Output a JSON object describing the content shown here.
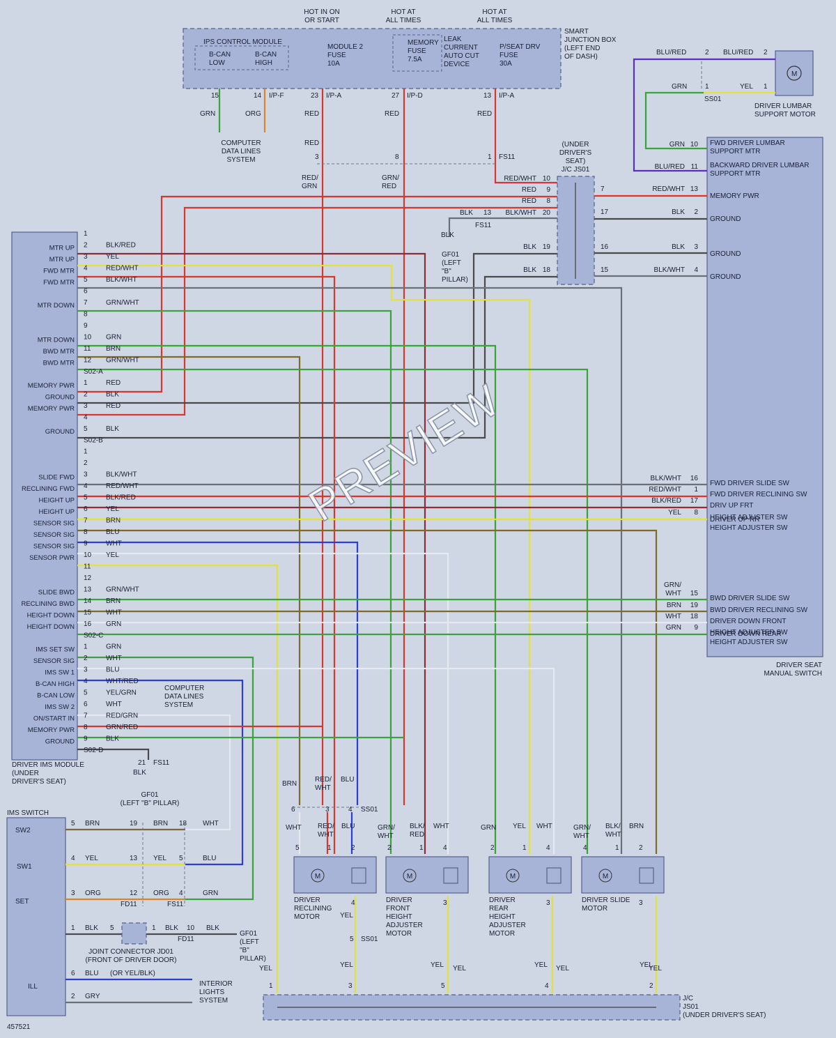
{
  "figure_number": "457521",
  "watermark": "PREVIEW",
  "power_labels": {
    "hot_run": "HOT IN ON\nOR START",
    "hot_always_1": "HOT AT\nALL TIMES",
    "hot_always_2": "HOT AT\nALL TIMES"
  },
  "sjb": {
    "title": "SMART\nJUNCTION BOX\n(LEFT END\nOF DASH)",
    "ips_module": "IPS CONTROL MODULE",
    "bcan_low": "B-CAN\nLOW",
    "bcan_high": "B-CAN\nHIGH",
    "module2_fuse": "MODULE 2\nFUSE\n10A",
    "memory_fuse": "MEMORY\nFUSE\n7.5A",
    "leak_device": "LEAK\nCURRENT\nAUTO CUT\nDEVICE",
    "pseat_fuse": "P/SEAT DRV\nFUSE\n30A",
    "pins": [
      {
        "pin": "15",
        "conn": ""
      },
      {
        "pin": "14",
        "conn": "I/P-F"
      },
      {
        "pin": "23",
        "conn": "I/P-A"
      },
      {
        "pin": "27",
        "conn": "I/P-D"
      },
      {
        "pin": "13",
        "conn": "I/P-A"
      }
    ]
  },
  "computer_data_lines": "COMPUTER\nDATA LINES\nSYSTEM",
  "wire_labels_top": {
    "grn": "GRN",
    "org": "ORG",
    "red": "RED",
    "red_grn": "RED/\nGRN",
    "grn_red": "GRN/\nRED",
    "pin3": "3",
    "pin8": "8",
    "pin1": "1",
    "fs11": "FS11"
  },
  "lumbar": {
    "motor": "DRIVER LUMBAR\nSUPPORT MOTOR",
    "wires": [
      {
        "left": "BLU/RED",
        "lpin": "2",
        "right": "BLU/RED",
        "rpin": "2"
      },
      {
        "left": "GRN",
        "lpin": "1",
        "right": "YEL",
        "rpin": "1"
      }
    ],
    "conn": "SS01"
  },
  "js01_box": {
    "label": "(UNDER\nDRIVER'S\nSEAT)\nJ/C JS01"
  },
  "js01_left": [
    {
      "wire": "RED/WHT",
      "pin": "10"
    },
    {
      "wire": "RED",
      "pin": "9"
    },
    {
      "wire": "RED",
      "pin": "8"
    },
    {
      "wire": "BLK/WHT",
      "pin": "20"
    },
    {
      "wire": "BLK",
      "pin": "19"
    },
    {
      "wire": "BLK",
      "pin": "18"
    }
  ],
  "js01_blk13": {
    "wire": "BLK",
    "pin": "13",
    "conn": "FS11"
  },
  "js01_right": [
    {
      "pin": "7",
      "wire": "RED/WHT",
      "spin": "13",
      "label": "MEMORY PWR"
    },
    {
      "pin": "17",
      "wire": "BLK",
      "spin": "2",
      "label": "GROUND"
    },
    {
      "pin": "16",
      "wire": "BLK",
      "spin": "3",
      "label": "GROUND"
    },
    {
      "pin": "15",
      "wire": "BLK/WHT",
      "spin": "4",
      "label": "GROUND"
    }
  ],
  "gf01": {
    "wire": "BLK",
    "label": "GF01\n(LEFT\n\"B\"\nPILLAR)"
  },
  "switch_top": [
    {
      "wire": "GRN",
      "pin": "10",
      "label": "FWD DRIVER LUMBAR\nSUPPORT MTR"
    },
    {
      "wire": "BLU/RED",
      "pin": "11",
      "label": "BACKWARD DRIVER LUMBAR\nSUPPORT MTR"
    }
  ],
  "switch_mid": [
    {
      "wire": "BLK/WHT",
      "pin": "16",
      "label": "FWD DRIVER SLIDE SW"
    },
    {
      "wire": "RED/WHT",
      "pin": "1",
      "label": "FWD DRIVER RECLINING SW"
    },
    {
      "wire": "BLK/RED",
      "pin": "17",
      "label": "DRIV UP FRT"
    },
    {
      "wire": "YEL",
      "pin": "8",
      "label": "HEIGHT ADJUSTER SW"
    }
  ],
  "switch_mid_extra": [
    "DRIVER UP RR",
    "HEIGHT ADJUSTER SW"
  ],
  "switch_bot": [
    {
      "wire": "GRN/\nWHT",
      "pin": "15",
      "label": "BWD DRIVER SLIDE SW"
    },
    {
      "wire": "BRN",
      "pin": "19",
      "label": "BWD DRIVER RECLINING SW"
    },
    {
      "wire": "WHT",
      "pin": "18",
      "label": "DRIVER DOWN FRONT"
    },
    {
      "wire": "GRN",
      "pin": "9",
      "label": "HEIGHT ADJUSTER SW"
    }
  ],
  "switch_bot_extra": [
    "DRIVER DOWN REAR",
    "HEIGHT ADJUSTER SW"
  ],
  "switch_title": "DRIVER SEAT\nMANUAL SWITCH",
  "ims_module": {
    "title": "DRIVER IMS MODULE\n(UNDER\nDRIVER'S SEAT)",
    "groups": [
      {
        "conn": "S02-A",
        "rows": [
          {
            "pin": "1",
            "label": "",
            "wire": ""
          },
          {
            "pin": "2",
            "label": "MTR UP",
            "wire": "BLK/RED"
          },
          {
            "pin": "3",
            "label": "MTR UP",
            "wire": "YEL"
          },
          {
            "pin": "4",
            "label": "FWD MTR",
            "wire": "RED/WHT"
          },
          {
            "pin": "5",
            "label": "FWD MTR",
            "wire": "BLK/WHT"
          },
          {
            "pin": "6",
            "label": "",
            "wire": ""
          },
          {
            "pin": "7",
            "label": "MTR DOWN",
            "wire": "GRN/WHT"
          },
          {
            "pin": "8",
            "label": "",
            "wire": ""
          },
          {
            "pin": "9",
            "label": "",
            "wire": ""
          },
          {
            "pin": "10",
            "label": "MTR DOWN",
            "wire": "GRN"
          },
          {
            "pin": "11",
            "label": "BWD MTR",
            "wire": "BRN"
          },
          {
            "pin": "12",
            "label": "BWD MTR",
            "wire": "GRN/WHT"
          }
        ]
      },
      {
        "conn": "S02-B",
        "rows": [
          {
            "pin": "1",
            "label": "MEMORY PWR",
            "wire": "RED"
          },
          {
            "pin": "2",
            "label": "GROUND",
            "wire": "BLK"
          },
          {
            "pin": "3",
            "label": "MEMORY PWR",
            "wire": "RED"
          },
          {
            "pin": "4",
            "label": "",
            "wire": ""
          },
          {
            "pin": "5",
            "label": "GROUND",
            "wire": "BLK"
          }
        ]
      },
      {
        "conn": "S02-C",
        "rows": [
          {
            "pin": "1",
            "label": "",
            "wire": ""
          },
          {
            "pin": "2",
            "label": "",
            "wire": ""
          },
          {
            "pin": "3",
            "label": "SLIDE FWD",
            "wire": "BLK/WHT"
          },
          {
            "pin": "4",
            "label": "RECLINING FWD",
            "wire": "RED/WHT"
          },
          {
            "pin": "5",
            "label": "HEIGHT UP",
            "wire": "BLK/RED"
          },
          {
            "pin": "6",
            "label": "HEIGHT UP",
            "wire": "YEL"
          },
          {
            "pin": "7",
            "label": "SENSOR SIG",
            "wire": "BRN"
          },
          {
            "pin": "8",
            "label": "SENSOR SIG",
            "wire": "BLU"
          },
          {
            "pin": "9",
            "label": "SENSOR SIG",
            "wire": "WHT"
          },
          {
            "pin": "10",
            "label": "SENSOR PWR",
            "wire": "YEL"
          },
          {
            "pin": "11",
            "label": "",
            "wire": ""
          },
          {
            "pin": "12",
            "label": "",
            "wire": ""
          },
          {
            "pin": "13",
            "label": "SLIDE BWD",
            "wire": "GRN/WHT"
          },
          {
            "pin": "14",
            "label": "RECLINING BWD",
            "wire": "BRN"
          },
          {
            "pin": "15",
            "label": "HEIGHT DOWN",
            "wire": "WHT"
          },
          {
            "pin": "16",
            "label": "HEIGHT DOWN",
            "wire": "GRN"
          }
        ]
      },
      {
        "conn": "S02-D",
        "rows": [
          {
            "pin": "1",
            "label": "IMS SET SW",
            "wire": "GRN"
          },
          {
            "pin": "2",
            "label": "SENSOR SIG",
            "wire": "WHT"
          },
          {
            "pin": "3",
            "label": "IMS SW 1",
            "wire": "BLU"
          },
          {
            "pin": "4",
            "label": "B-CAN HIGH",
            "wire": "WHT/RED"
          },
          {
            "pin": "5",
            "label": "B-CAN LOW",
            "wire": "YEL/GRN"
          },
          {
            "pin": "6",
            "label": "IMS SW 2",
            "wire": "WHT"
          },
          {
            "pin": "7",
            "label": "ON/START IN",
            "wire": "RED/GRN"
          },
          {
            "pin": "8",
            "label": "MEMORY PWR",
            "wire": "GRN/RED"
          },
          {
            "pin": "9",
            "label": "GROUND",
            "wire": "BLK"
          }
        ]
      }
    ]
  },
  "ims_ground": {
    "pin": "21",
    "conn": "FS11",
    "wire": "BLK",
    "label": "GF01\n(LEFT \"B\" PILLAR)"
  },
  "ims_switch": {
    "title": "IMS SWITCH",
    "sw2": "SW2",
    "sw1": "SW1",
    "set": "SET",
    "ill": "ILL",
    "rows": [
      {
        "pin": "5",
        "wire": "BRN",
        "mpin": "19",
        "mwire": "BRN",
        "rpin": "18",
        "rwire": "WHT"
      },
      {
        "pin": "4",
        "wire": "YEL",
        "mpin": "13",
        "mwire": "YEL",
        "rpin": "5",
        "rwire": "BLU"
      },
      {
        "pin": "3",
        "wire": "ORG",
        "mpin": "12",
        "mwire": "ORG",
        "rpin": "4",
        "rwire": "GRN"
      }
    ],
    "fd11": "FD11",
    "fs11": "FS11",
    "blk_row": {
      "pin": "1",
      "wire": "BLK",
      "jpin": "5",
      "jpin2": "1",
      "wire2": "BLK",
      "pin3": "10",
      "wire3": "BLK",
      "conn": "FD11"
    },
    "joint": "JOINT CONNECTOR JD01\n(FRONT OF DRIVER DOOR)",
    "gf01": "GF01\n(LEFT\n\"B\"\nPILLAR)",
    "blu_row": {
      "pin": "6",
      "wire": "BLU",
      "note": "(OR YEL/BLK)"
    },
    "gry_row": {
      "pin": "2",
      "wire": "GRY"
    },
    "interior": "INTERIOR\nLIGHTS\nSYSTEM"
  },
  "ss01_lower": {
    "pins": [
      "6",
      "3",
      "4"
    ],
    "conn": "SS01",
    "wires": [
      "BRN",
      "RED/\nWHT",
      "BLU"
    ]
  },
  "motors": [
    {
      "label": "DRIVER\nRECLINING\nMOTOR",
      "pins": [
        "5",
        "1",
        "2"
      ],
      "wires": [
        "WHT",
        "RED/\nWHT",
        "BLU"
      ],
      "out_pin": "4",
      "out_wire": "YEL"
    },
    {
      "label": "DRIVER\nFRONT\nHEIGHT\nADJUSTER\nMOTOR",
      "pins": [
        "2",
        "1",
        "4"
      ],
      "wires": [
        "GRN/\nWHT",
        "BLK/\nRED",
        "WHT"
      ],
      "out_pin": "3",
      "out_wire": "YEL"
    },
    {
      "label": "DRIVER\nREAR\nHEIGHT\nADJUSTER\nMOTOR",
      "pins": [
        "2",
        "1",
        "4"
      ],
      "wires": [
        "GRN",
        "YEL",
        "WHT"
      ],
      "out_pin": "3",
      "out_wire": "YEL"
    },
    {
      "label": "DRIVER SLIDE\nMOTOR",
      "pins": [
        "4",
        "1",
        "2"
      ],
      "wires": [
        "GRN/\nWHT",
        "BLK/\nWHT",
        "BRN"
      ],
      "out_pin": "3",
      "out_wire": "YEL"
    }
  ],
  "ss01_mid": {
    "pin": "5",
    "conn": "SS01"
  },
  "jc_js01_bottom": {
    "label": "J/C\nJS01\n(UNDER DRIVER'S SEAT)",
    "pins": [
      "1",
      "3",
      "5",
      "4",
      "2"
    ],
    "wires": [
      "YEL",
      "YEL",
      "YEL",
      "YEL",
      "YEL"
    ]
  }
}
